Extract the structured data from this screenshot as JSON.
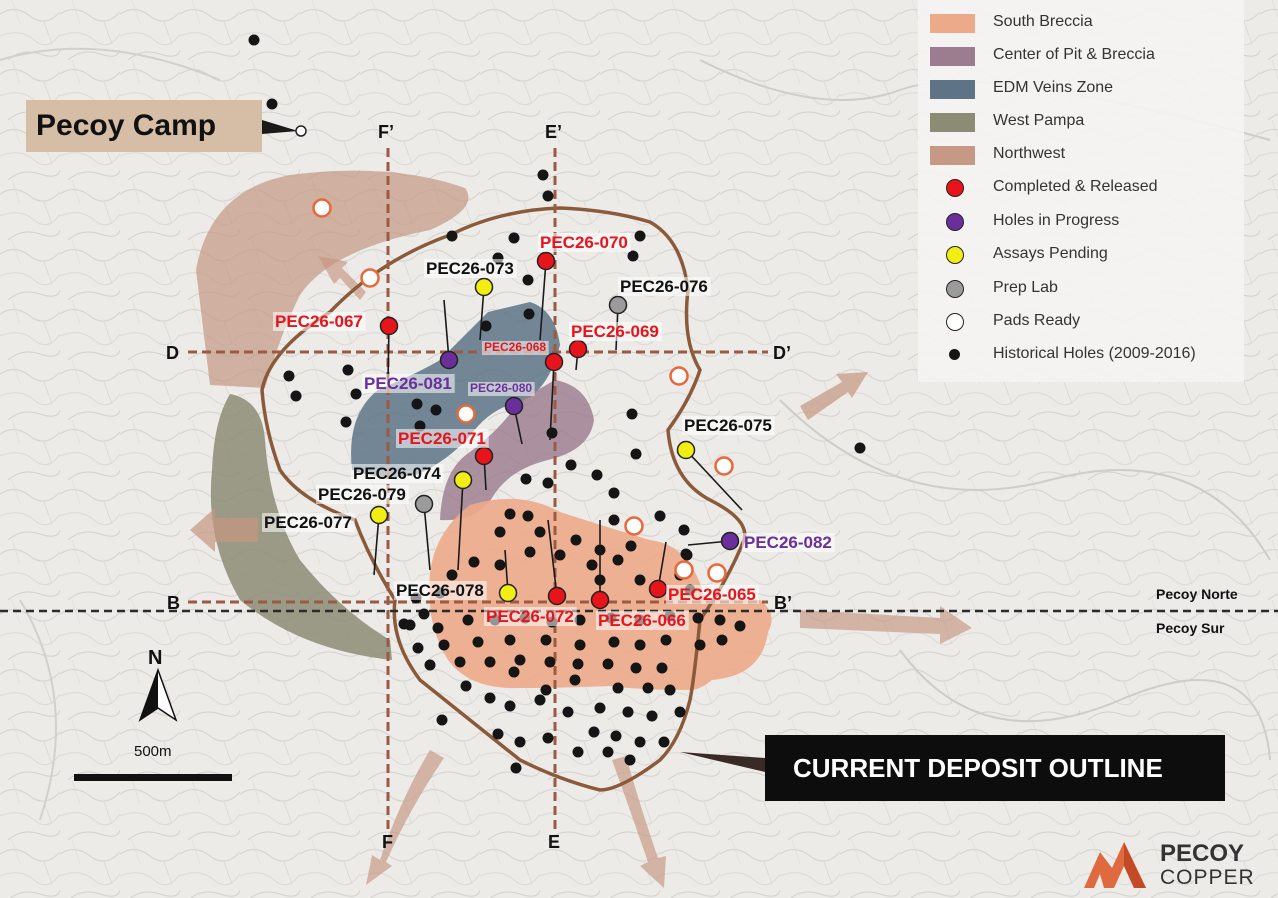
{
  "camp_label": "Pecoy Camp",
  "deposit_outline_label": "CURRENT DEPOSIT OUTLINE",
  "logo": {
    "name": "PECOY",
    "sub": "COPPER"
  },
  "legend": [
    {
      "label": "South Breccia",
      "kind": "swatch",
      "color": "#edaa8a"
    },
    {
      "label": "Center of Pit & Breccia",
      "kind": "swatch",
      "color": "#9c7d8f"
    },
    {
      "label": "EDM Veins Zone",
      "kind": "swatch",
      "color": "#5e7486"
    },
    {
      "label": "West Pampa",
      "kind": "swatch",
      "color": "#8c8c74"
    },
    {
      "label": "Northwest",
      "kind": "swatch",
      "color": "#c59984"
    },
    {
      "label": "Completed & Released",
      "kind": "dot",
      "color": "#e8141c"
    },
    {
      "label": "Holes in Progress",
      "kind": "dot",
      "color": "#6a2f9b"
    },
    {
      "label": "Assays Pending",
      "kind": "dot",
      "color": "#f2ee14"
    },
    {
      "label": "Prep Lab",
      "kind": "dot",
      "color": "#9b9b9b"
    },
    {
      "label": "Pads Ready",
      "kind": "dot",
      "color": "#ffffff"
    },
    {
      "label": "Historical Holes (2009-2016)",
      "kind": "small-dot",
      "color": "#151515"
    }
  ],
  "section_lines": {
    "F_top": "F’",
    "F_bottom": "F",
    "E_top": "E’",
    "E_bottom": "E",
    "D_left": "D",
    "D_right": "D’",
    "B_left": "B",
    "B_right": "B’"
  },
  "boundary": {
    "north": "Pecoy Norte",
    "south": "Pecoy Sur"
  },
  "scale": {
    "north": "N",
    "distance": "500m"
  },
  "holes": [
    {
      "id": "PEC26-070",
      "status": "completed"
    },
    {
      "id": "PEC26-073",
      "status": "pending"
    },
    {
      "id": "PEC26-076",
      "status": "prep"
    },
    {
      "id": "PEC26-067",
      "status": "completed"
    },
    {
      "id": "PEC26-069",
      "status": "completed"
    },
    {
      "id": "PEC26-068",
      "status": "completed"
    },
    {
      "id": "PEC26-081",
      "status": "progress"
    },
    {
      "id": "PEC26-080",
      "status": "progress"
    },
    {
      "id": "PEC26-075",
      "status": "pending"
    },
    {
      "id": "PEC26-071",
      "status": "completed"
    },
    {
      "id": "PEC26-074",
      "status": "pending"
    },
    {
      "id": "PEC26-079",
      "status": "prep"
    },
    {
      "id": "PEC26-077",
      "status": "pending"
    },
    {
      "id": "PEC26-082",
      "status": "progress"
    },
    {
      "id": "PEC26-078",
      "status": "pending"
    },
    {
      "id": "PEC26-072",
      "status": "completed"
    },
    {
      "id": "PEC26-066",
      "status": "completed"
    },
    {
      "id": "PEC26-065",
      "status": "completed"
    }
  ],
  "colors": {
    "completed": "#e8141c",
    "progress": "#6a2f9b",
    "pending": "#f2ee14",
    "prep": "#9b9b9b",
    "pads": "#ffffff",
    "historical": "#151515",
    "outline": "#8a5a3a",
    "section": "#9a5a44"
  }
}
